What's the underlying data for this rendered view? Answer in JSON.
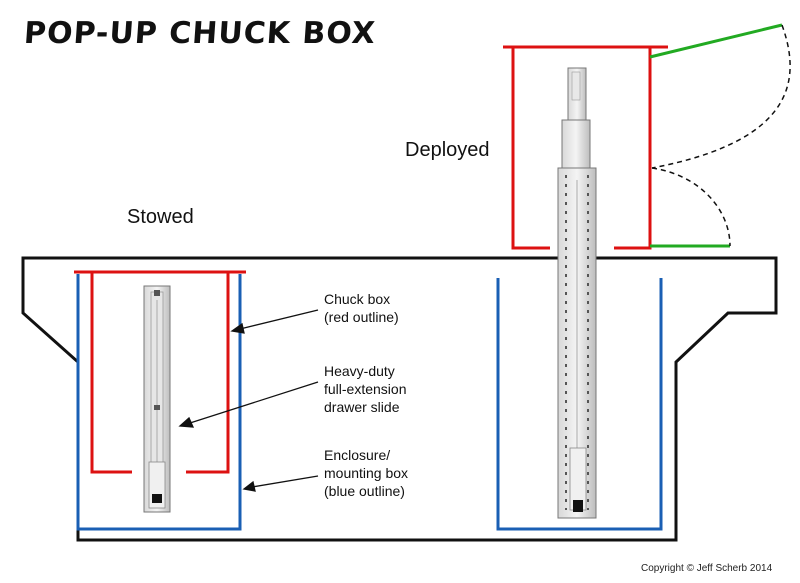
{
  "title": "POP-UP CHUCK BOX",
  "labels": {
    "stowed": "Stowed",
    "deployed": "Deployed",
    "chuck_box": "Chuck box\n(red outline)",
    "drawer_slide": "Heavy-duty\nfull-extension\ndrawer slide",
    "enclosure": "Enclosure/\nmounting box\n(blue outline)"
  },
  "copyright": "Copyright © Jeff Scherb 2014",
  "colors": {
    "chuck_box": "#dd1111",
    "enclosure": "#1a5fb4",
    "lid": "#22aa22",
    "outline": "#111111"
  }
}
